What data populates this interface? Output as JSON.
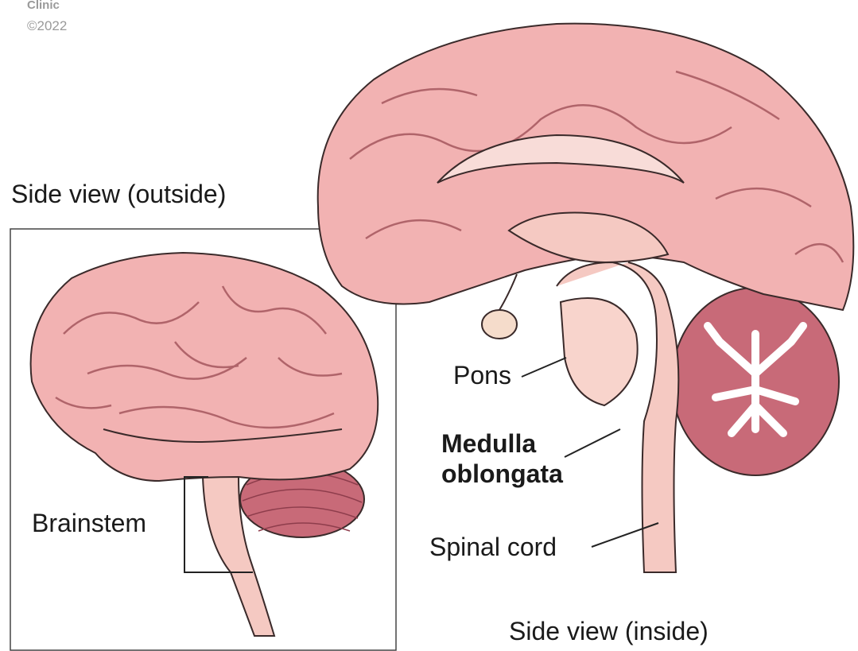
{
  "copyright": {
    "line1": "Clinic",
    "line2": "©2022"
  },
  "panels": {
    "outside": {
      "title": "Side view (outside)"
    },
    "inside": {
      "title": "Side view (inside)"
    }
  },
  "labels": {
    "brainstem": "Brainstem",
    "pons": "Pons",
    "medulla_line1": "Medulla",
    "medulla_line2": "oblongata",
    "spinal_cord": "Spinal cord"
  },
  "colors": {
    "brain": "#f2b2b2",
    "brain_dark": "#d48a8c",
    "outline": "#3a2a2a",
    "cerebellum": "#c86a78",
    "stem": "#f5c9c2"
  }
}
